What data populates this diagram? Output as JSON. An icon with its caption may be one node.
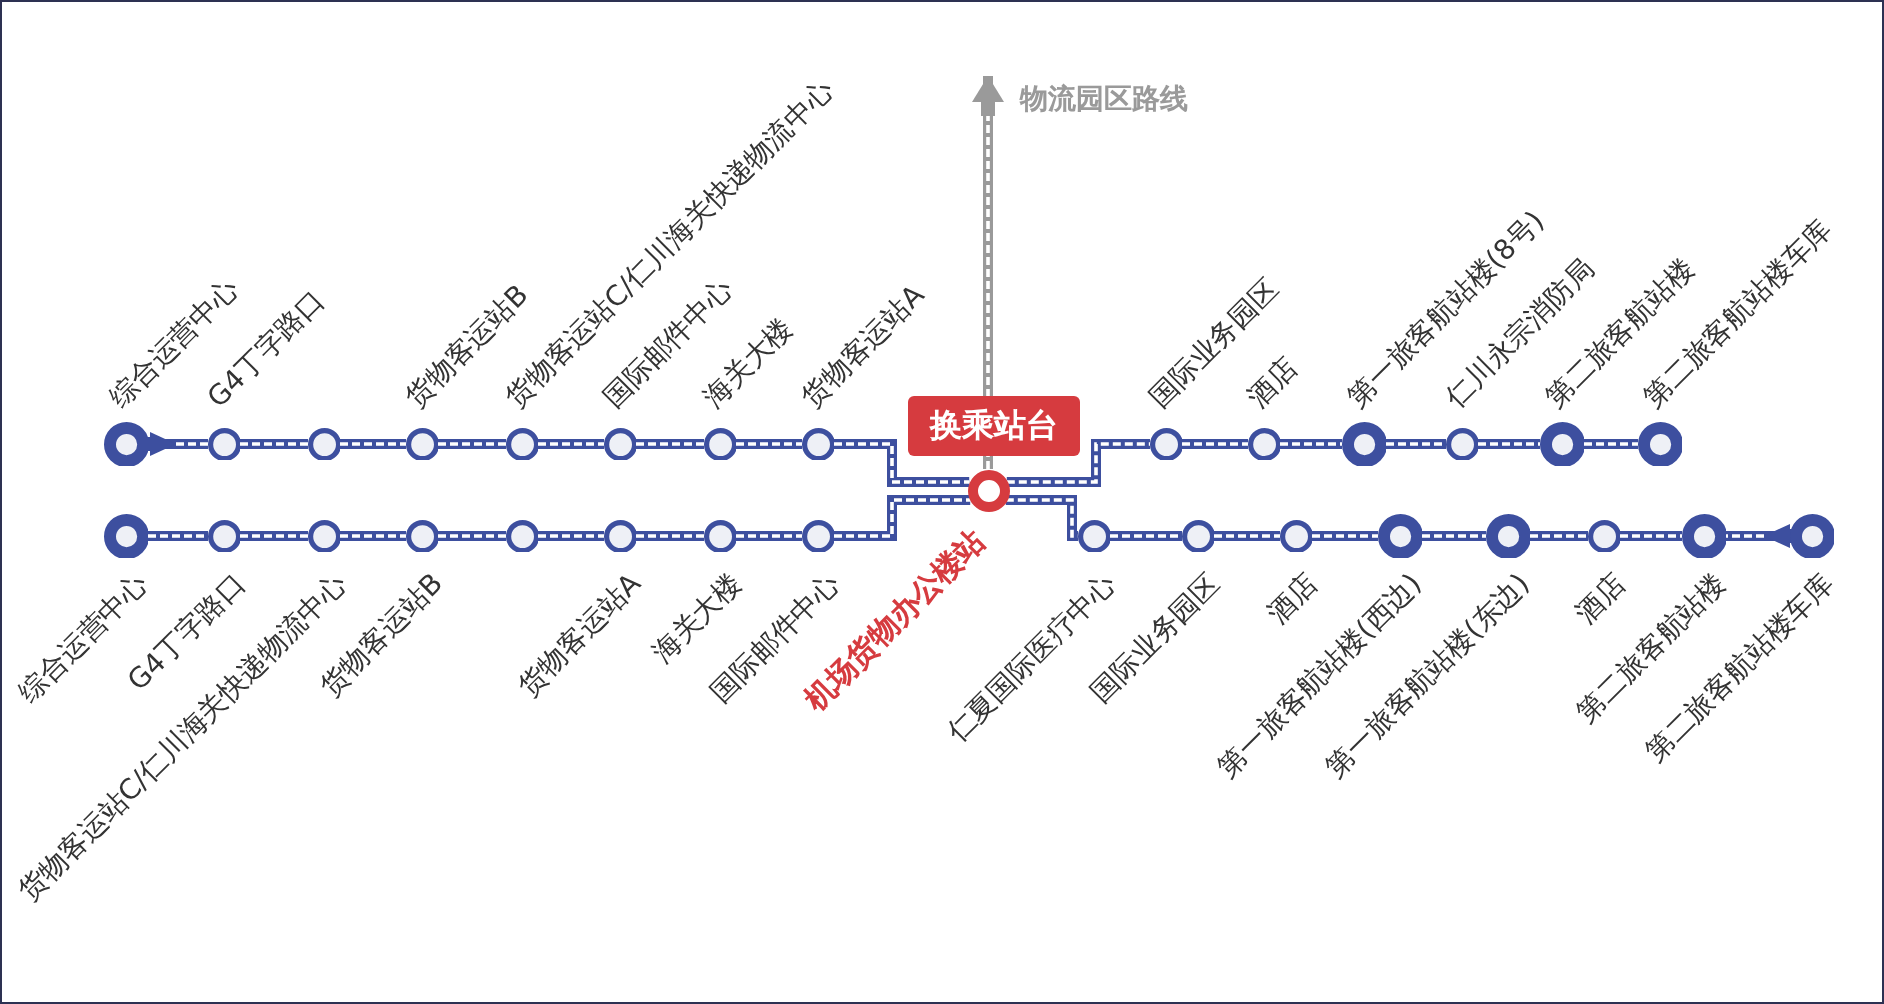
{
  "diagram": {
    "nodes": [
      {
        "text": [],
        "shape": "circle",
        "beside": [
          "综合运营中心"
        ]
      },
      {
        "text": [],
        "shape": "circle",
        "beside": [
          "G4丁字路口"
        ]
      },
      {
        "text": [],
        "shape": "circle"
      },
      {
        "text": [],
        "shape": "circle",
        "beside": [
          "货物客运站B"
        ]
      },
      {
        "text": [],
        "shape": "circle",
        "beside": [
          "货物客运站C/仁川海关快递物流中心"
        ]
      },
      {
        "text": [],
        "shape": "circle",
        "beside": [
          "国际邮件中心"
        ]
      },
      {
        "text": [],
        "shape": "circle",
        "beside": [
          "海关大楼"
        ]
      },
      {
        "text": [],
        "shape": "circle"
      },
      {
        "text": [
          "换乘站台"
        ]
      },
      {
        "text": [],
        "shape": "circle"
      },
      {
        "text": [],
        "shape": "circle",
        "beside": [
          "国际业务园区"
        ]
      },
      {
        "text": [],
        "shape": "circle",
        "beside": [
          "酒店"
        ]
      },
      {
        "text": [],
        "shape": "circle",
        "beside": [
          "第一旅客航站楼(8号)"
        ]
      },
      {
        "text": [],
        "shape": "circle",
        "beside": [
          "仁川永宗消防局"
        ]
      },
      {
        "text": [],
        "shape": "circle",
        "beside": [
          "第二旅客航站楼"
        ]
      },
      {
        "text": [],
        "shape": "circle",
        "beside": [
          "第二旅客航站楼车库"
        ]
      },
      {
        "text": [],
        "shape": "circle",
        "beside": [
          "综合运营中心"
        ]
      },
      {
        "text": [],
        "shape": "circle",
        "beside": [
          "G4丁字路口"
        ]
      },
      {
        "text": [],
        "shape": "circle",
        "beside": [
          "货物客运站C/仁川海关快递物流中心"
        ]
      },
      {
        "text": [],
        "shape": "circle",
        "beside": [
          "货物客运站B"
        ]
      },
      {
        "text": [],
        "shape": "circle"
      },
      {
        "text": [],
        "shape": "circle",
        "beside": [
          "货物客运站A"
        ]
      },
      {
        "text": [],
        "shape": "circle",
        "beside": [
          "海关大楼"
        ]
      },
      {
        "text": [],
        "shape": "circle",
        "beside": [
          "国际邮件中心"
        ]
      },
      {
        "text": [],
        "shape": "circle",
        "beside": [
          "仁夏国际医疗中心"
        ]
      },
      {
        "text": [],
        "shape": "circle",
        "beside": [
          "国际业务园区"
        ]
      },
      {
        "text": [],
        "shape": "circle",
        "beside": [
          "酒店"
        ]
      },
      {
        "text": [],
        "shape": "circle",
        "beside": [
          "第一旅客航站楼(西边)"
        ]
      },
      {
        "text": [],
        "shape": "circle",
        "beside": [
          "第一旅客航站楼(东边)"
        ]
      },
      {
        "text": [],
        "shape": "circle",
        "beside": [
          "酒店"
        ]
      },
      {
        "text": [],
        "shape": "circle",
        "beside": [
          "第二旅客航站楼"
        ]
      },
      {
        "text": [],
        "shape": "circle",
        "beside": [
          "第二旅客航站楼车库"
        ]
      }
    ],
    "edges": [
      {
        "from": 0,
        "to": 1,
        "arrow": "to"
      },
      {
        "from": 1,
        "to": 2,
        "arrow": "none"
      },
      {
        "from": 2,
        "to": 3,
        "arrow": "none"
      },
      {
        "from": 3,
        "to": 4,
        "arrow": "none"
      },
      {
        "from": 4,
        "to": 5,
        "arrow": "none"
      },
      {
        "from": 5,
        "to": 6,
        "arrow": "none"
      },
      {
        "from": 6,
        "to": 7,
        "arrow": "none"
      },
      {
        "from": 7,
        "to": 9,
        "arrow": "none"
      },
      {
        "from": 9,
        "to": 10,
        "arrow": "none"
      },
      {
        "from": 10,
        "to": 11,
        "arrow": "none"
      },
      {
        "from": 11,
        "to": 12,
        "arrow": "none"
      },
      {
        "from": 12,
        "to": 13,
        "arrow": "none"
      },
      {
        "from": 13,
        "to": 14,
        "arrow": "none"
      },
      {
        "from": 14,
        "to": 15,
        "arrow": "none"
      },
      {
        "from": 9,
        "to": null,
        "arrow": "to",
        "label": "物流园区路线",
        "color": "#9a9a9a"
      },
      {
        "from": 16,
        "to": 17,
        "arrow": "none"
      },
      {
        "from": 17,
        "to": 18,
        "arrow": "none"
      },
      {
        "from": 18,
        "to": 19,
        "arrow": "none"
      },
      {
        "from": 19,
        "to": 20,
        "arrow": "none"
      },
      {
        "from": 20,
        "to": 21,
        "arrow": "none"
      },
      {
        "from": 21,
        "to": 22,
        "arrow": "none"
      },
      {
        "from": 22,
        "to": 23,
        "arrow": "none"
      },
      {
        "from": 23,
        "to": 9,
        "arrow": "none"
      },
      {
        "from": 9,
        "to": 24,
        "arrow": "none"
      },
      {
        "from": 24,
        "to": 25,
        "arrow": "none"
      },
      {
        "from": 25,
        "to": 26,
        "arrow": "none"
      },
      {
        "from": 26,
        "to": 27,
        "arrow": "none"
      },
      {
        "from": 27,
        "to": 28,
        "arrow": "none"
      },
      {
        "from": 28,
        "to": 29,
        "arrow": "none"
      },
      {
        "from": 29,
        "to": 30,
        "arrow": "none"
      },
      {
        "from": 31,
        "to": 30,
        "arrow": "to"
      }
    ],
    "labels": [
      "货物客运站A",
      "机场货物办公楼站"
    ]
  }
}
